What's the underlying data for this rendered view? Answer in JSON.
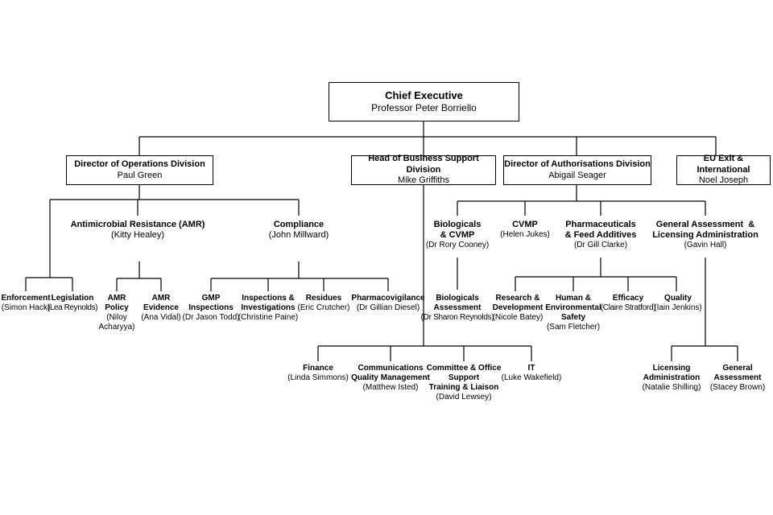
{
  "chief": {
    "title": "Chief Executive",
    "name": "Professor Peter Borriello"
  },
  "directors": {
    "operations": {
      "title": "Director of Operations Division",
      "name": "Paul Green"
    },
    "business": {
      "title": "Head of Business Support Division",
      "name": "Mike Griffiths"
    },
    "authorisations": {
      "title": "Director of Authorisations Division",
      "name": "Abigail Seager"
    },
    "eu": {
      "title": "EU Exit & International",
      "name": "Noel Joseph"
    }
  },
  "operations": {
    "amr": {
      "title": "Antimicrobial Resistance (AMR)",
      "name": "(Kitty Healey)"
    },
    "compliance": {
      "title": "Compliance",
      "name": "(John Millward)"
    },
    "enforcement": {
      "title": "Enforcement",
      "name": "(Simon Hack)"
    },
    "legislation": {
      "title": "Legislation",
      "name": "(Lea Reynolds)"
    },
    "amr_policy": {
      "title_lines": [
        "AMR",
        "Policy"
      ],
      "name_lines": [
        "(Niloy",
        "Acharyya)"
      ]
    },
    "amr_evidence": {
      "title_lines": [
        "AMR",
        "Evidence"
      ],
      "name": "(Ana Vidal)"
    },
    "gmp": {
      "title_lines": [
        "GMP",
        "Inspections"
      ],
      "name": "(Dr Jason Todd)"
    },
    "inspections": {
      "title_lines": [
        "Inspections &",
        "Investigations"
      ],
      "name": "(Christine Paine)"
    },
    "residues": {
      "title": "Residues",
      "name": "(Eric Crutcher)"
    },
    "pharmacovigilance": {
      "title": "Pharmacovigilance",
      "name": "(Dr Gillian Diesel)"
    }
  },
  "business": {
    "finance": {
      "title": "Finance",
      "name": "(Linda Simmons)"
    },
    "communications": {
      "title_lines": [
        "Communications",
        "Quality Management"
      ],
      "name": "(Matthew Isted)"
    },
    "committee": {
      "title_lines": [
        "Committee & Office",
        "Support",
        "Training & Liaison"
      ],
      "name": "(David Lewsey)"
    },
    "it": {
      "title": "IT",
      "name": "(Luke Wakefield)"
    }
  },
  "authorisations": {
    "biologicals": {
      "title_lines": [
        "Biologicals",
        "& CVMP"
      ],
      "name": "(Dr Rory Cooney)"
    },
    "cvmp": {
      "title": "CVMP",
      "name": "(Helen Jukes)"
    },
    "pharmaceuticals": {
      "title_lines": [
        "Pharmaceuticals",
        "& Feed Additives"
      ],
      "name": "(Dr Gill Clarke)"
    },
    "general": {
      "title_lines": [
        "General Assessment  &",
        "Licensing Administration"
      ],
      "name": "(Gavin Hall)"
    },
    "bio_assessment": {
      "title_lines": [
        "Biologicals",
        "Assessment"
      ],
      "name": "(Dr Sharon Reynolds)"
    },
    "research": {
      "title_lines": [
        "Research &",
        "Development"
      ],
      "name": "(Nicole Batey)"
    },
    "human_env": {
      "title_lines": [
        "Human &",
        "Environmental",
        "Safety"
      ],
      "name": "(Sam Fletcher)"
    },
    "efficacy": {
      "title": "Efficacy",
      "name": "(Claire Stratford)"
    },
    "quality": {
      "title": "Quality",
      "name": "(Iain Jenkins)"
    },
    "licensing_admin": {
      "title_lines": [
        "Licensing",
        "Administration"
      ],
      "name": "(Natalie Shilling)"
    },
    "general_assessment": {
      "title_lines": [
        "General",
        "Assessment"
      ],
      "name": "(Stacey Brown)"
    }
  }
}
